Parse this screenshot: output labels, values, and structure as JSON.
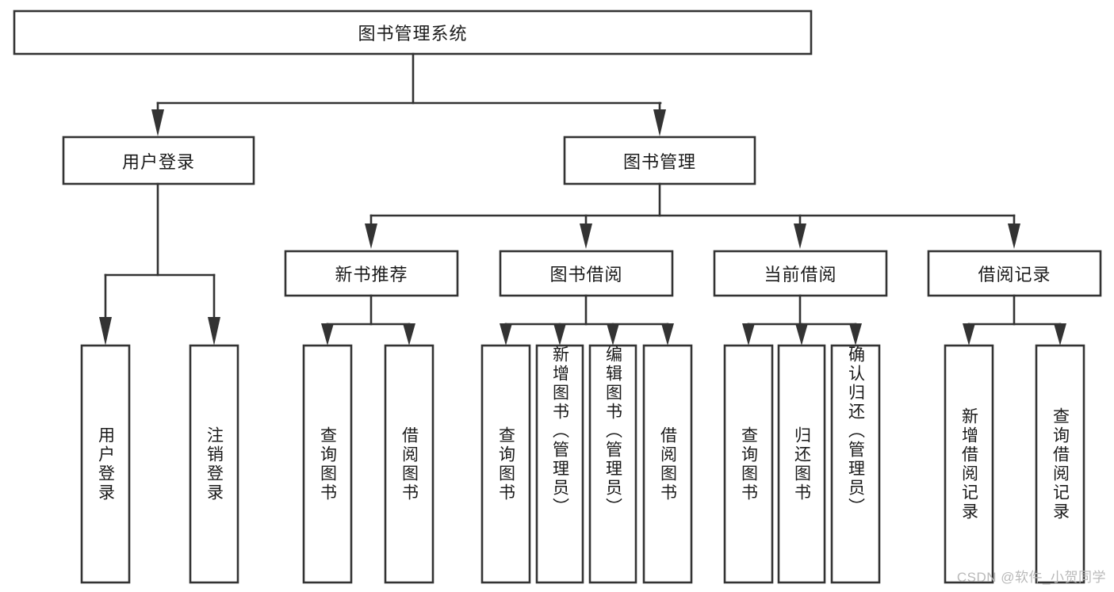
{
  "diagram": {
    "type": "tree-hierarchy",
    "title": "图书管理系统",
    "orientation": "top-down",
    "colors": {
      "box_fill": "#ffffff",
      "box_stroke": "#333333",
      "text": "#1a1a1a",
      "background": "#ffffff",
      "watermark": "#b9b9b9"
    },
    "root": {
      "label": "图书管理系统"
    },
    "level2": [
      {
        "id": "user-login",
        "label": "用户登录"
      },
      {
        "id": "book-manage",
        "label": "图书管理"
      }
    ],
    "level3": [
      {
        "id": "new-book-recommend",
        "label": "新书推荐",
        "parent": "book-manage"
      },
      {
        "id": "book-borrow",
        "label": "图书借阅",
        "parent": "book-manage"
      },
      {
        "id": "current-borrow",
        "label": "当前借阅",
        "parent": "book-manage"
      },
      {
        "id": "borrow-record",
        "label": "借阅记录",
        "parent": "book-manage"
      }
    ],
    "leaves": {
      "user-login": [
        {
          "id": "leaf-user-login",
          "label": "用户登录"
        },
        {
          "id": "leaf-logout",
          "label": "注销登录"
        }
      ],
      "new-book-recommend": [
        {
          "id": "leaf-query-book-1",
          "label": "查询图书"
        },
        {
          "id": "leaf-borrow-book-1",
          "label": "借阅图书"
        }
      ],
      "book-borrow": [
        {
          "id": "leaf-query-book-2",
          "label": "查询图书"
        },
        {
          "id": "leaf-add-book",
          "label": "新增图书（管理员）"
        },
        {
          "id": "leaf-edit-book",
          "label": "编辑图书（管理员）"
        },
        {
          "id": "leaf-borrow-book-2",
          "label": "借阅图书"
        }
      ],
      "current-borrow": [
        {
          "id": "leaf-query-book-3",
          "label": "查询图书"
        },
        {
          "id": "leaf-return-book",
          "label": "归还图书"
        },
        {
          "id": "leaf-confirm-return",
          "label": "确认归还（管理员）"
        }
      ],
      "borrow-record": [
        {
          "id": "leaf-add-record",
          "label": "新增借阅记录"
        },
        {
          "id": "leaf-query-record",
          "label": "查询借阅记录"
        }
      ]
    }
  },
  "watermark": {
    "text": "CSDN @软件_小贺同学"
  }
}
